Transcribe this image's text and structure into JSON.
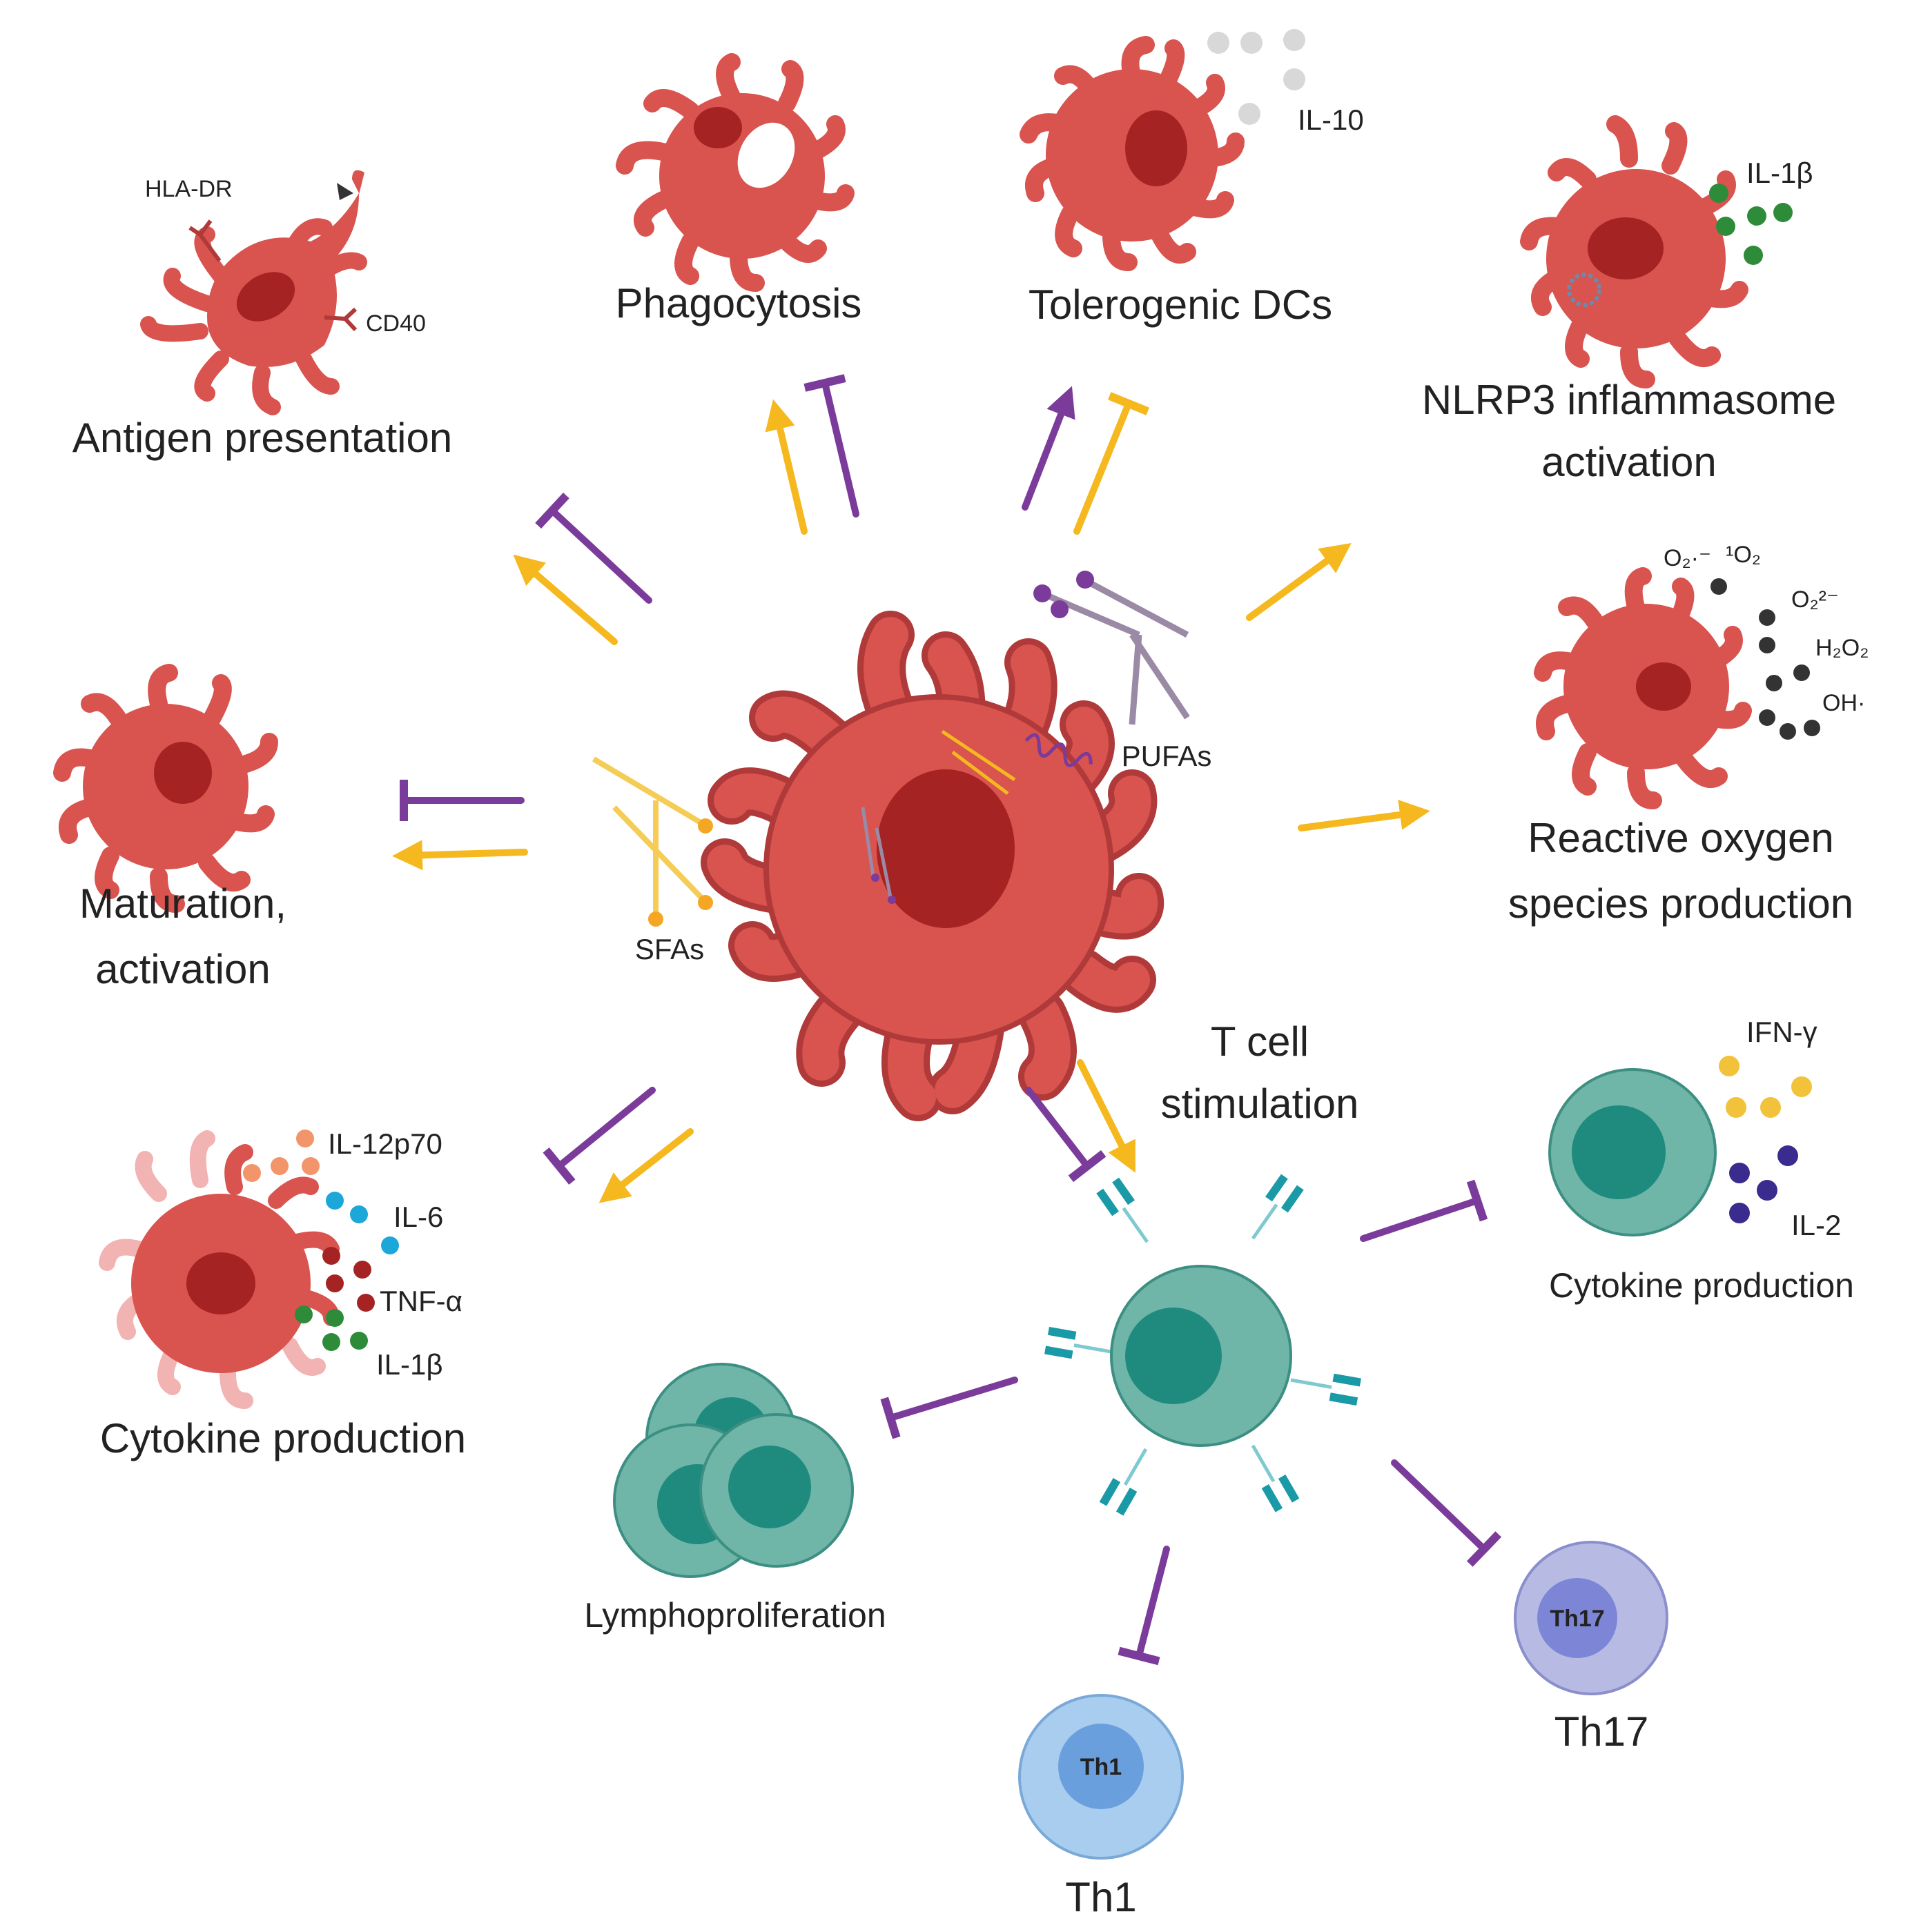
{
  "labels": {
    "antigen_presentation": "Antigen presentation",
    "hla_dr": "HLA-DR",
    "cd40": "CD40",
    "phagocytosis": "Phagocytosis",
    "tolerogenic": "Tolerogenic DCs",
    "il10": "IL-10",
    "nlrp3_line1": "NLRP3 inflammasome",
    "nlrp3_line2": "activation",
    "il1b_top": "IL-1β",
    "ros_line1": "Reactive oxygen",
    "ros_line2": "species production",
    "o2_superoxide": "O₂·⁻",
    "singlet_o2": "¹O₂",
    "peroxide": "O₂²⁻",
    "h2o2": "H₂O₂",
    "oh": "OH·",
    "maturation_line1": "Maturation,",
    "maturation_line2": "activation",
    "sfas": "SFAs",
    "pufas": "PUFAs",
    "cytokine_left": "Cytokine production",
    "il12": "IL-12p70",
    "il6": "IL-6",
    "tnf": "TNF-α",
    "il1b_left": "IL-1β",
    "tcell_line1": "T cell",
    "tcell_line2": "stimulation",
    "ifn": "IFN-γ",
    "il2": "IL-2",
    "cytokine_right": "Cytokine production",
    "lympho": "Lymphoproliferation",
    "th1_inner": "Th1",
    "th1": "Th1",
    "th17_inner": "Th17",
    "th17": "Th17"
  },
  "colors": {
    "dc_body": "#d9534f",
    "dc_outline": "#b03a3a",
    "dc_nucleus": "#a52323",
    "pufa_arrow": "#7b3b9a",
    "sfa_arrow": "#f5b81e",
    "tcell_body": "#6fb5a8",
    "tcell_nucleus": "#1f8a7e",
    "th1_body": "#a9cdee",
    "th1_nucleus": "#6a9fdd",
    "th17_body": "#b7bbe3",
    "th17_nucleus": "#7d86d6"
  }
}
